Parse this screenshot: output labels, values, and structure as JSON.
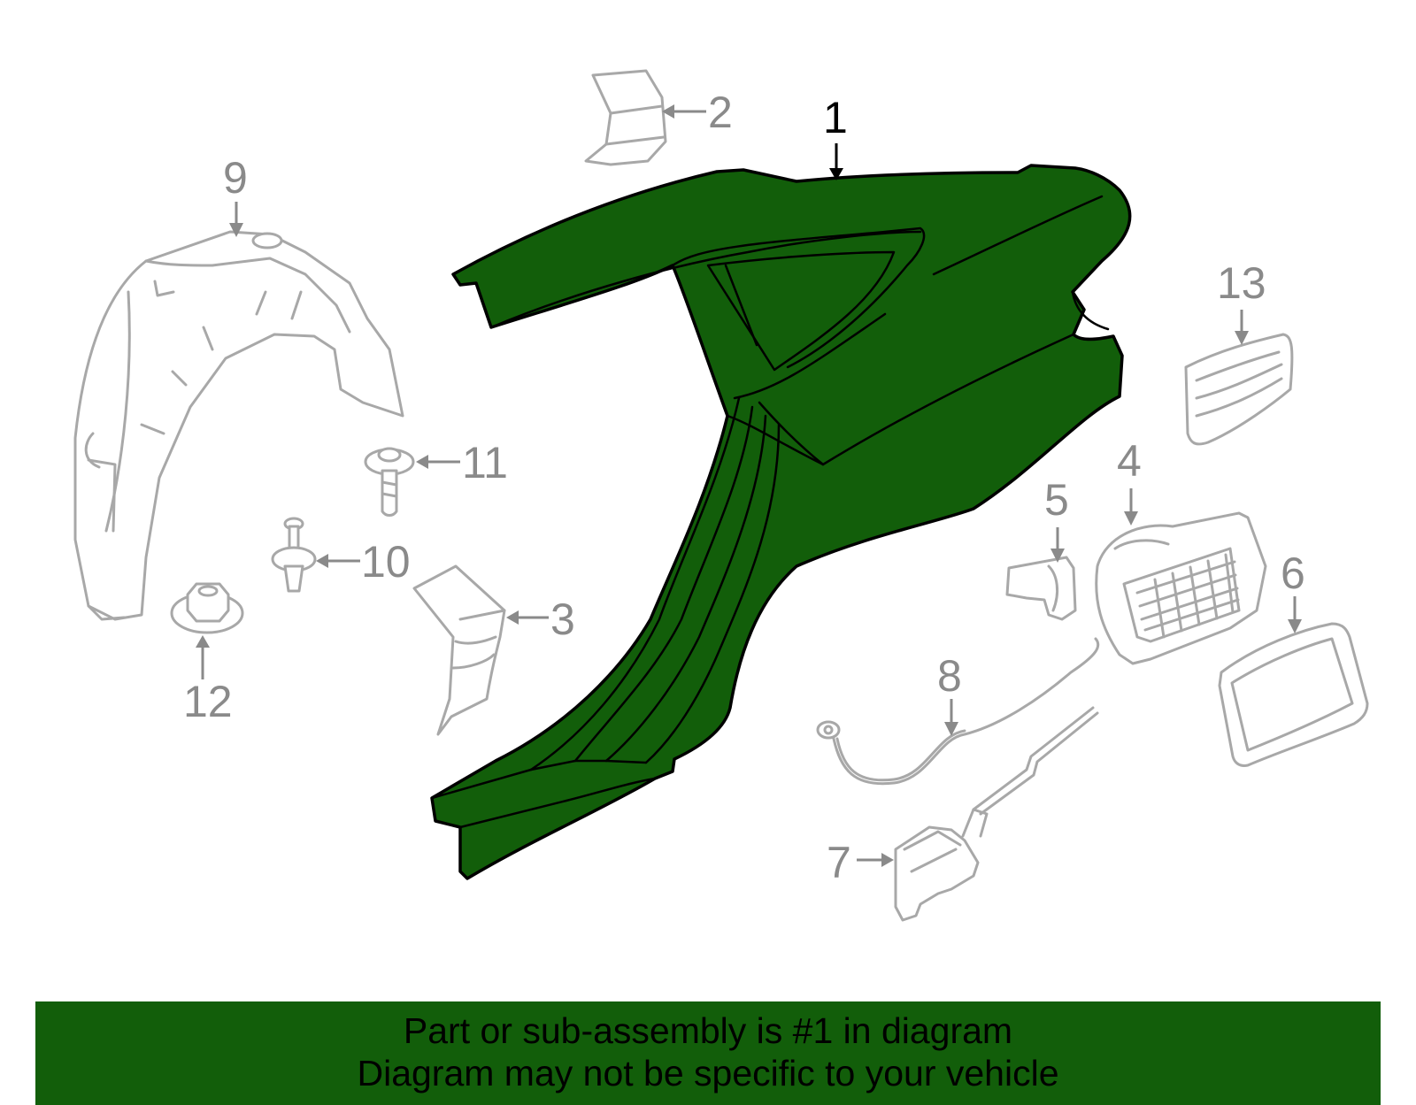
{
  "colors": {
    "highlight": "#125e0a",
    "part_outline": "#a8a8a8",
    "callout_text": "#8a8a8a",
    "main_callout": "#000000"
  },
  "callouts": {
    "c1": "1",
    "c2": "2",
    "c3": "3",
    "c4": "4",
    "c5": "5",
    "c6": "6",
    "c7": "7",
    "c8": "8",
    "c9": "9",
    "c10": "10",
    "c11": "11",
    "c12": "12",
    "c13": "13"
  },
  "banner": {
    "line1": "Part or sub-assembly is #1 in diagram",
    "line2": "Diagram may not be specific to your vehicle"
  }
}
